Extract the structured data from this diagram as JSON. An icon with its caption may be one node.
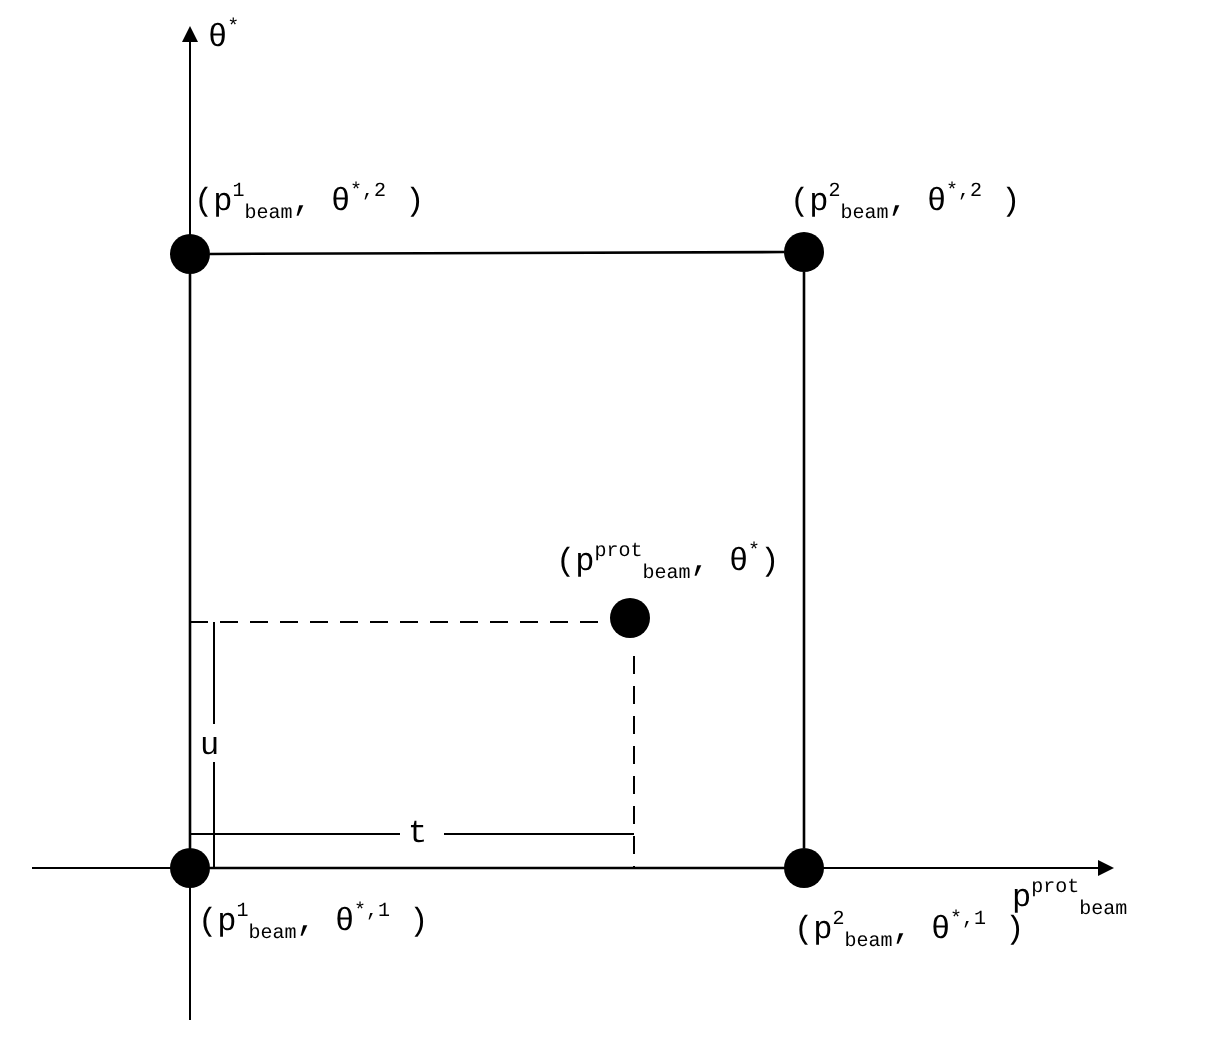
{
  "diagram": {
    "nodes": [
      {
        "text": [],
        "shape": "circle",
        "beside": [
          "(p$^{1}$$_{beam}$, θ$^{*,2}$ )"
        ]
      },
      {
        "text": [],
        "shape": "circle",
        "beside": [
          "(p$^{2}$$_{beam}$, θ$^{*,2}$ )"
        ]
      },
      {
        "text": [],
        "shape": "circle",
        "beside": [
          "(p$^{prot}$$_{beam}$, θ$^{*}$)"
        ]
      },
      {
        "text": [],
        "shape": "circle",
        "beside": [
          "(p$^{1}$$_{beam}$, θ$^{*,1}$ )"
        ]
      },
      {
        "text": [],
        "shape": "circle",
        "beside": [
          "(p$^{2}$$_{beam}$, θ$^{*,1}$ )"
        ]
      }
    ],
    "edges": [
      {
        "from": 0,
        "to": 1,
        "arrow": "none"
      },
      {
        "from": 1,
        "to": 4,
        "arrow": "none"
      },
      {
        "from": 0,
        "to": 3,
        "arrow": "none"
      },
      {
        "from": 3,
        "to": 4,
        "arrow": "none"
      }
    ],
    "labels": [
      "θ$^{*}$",
      "u",
      "t",
      "p$^{prot}$$_{beam}$"
    ]
  }
}
